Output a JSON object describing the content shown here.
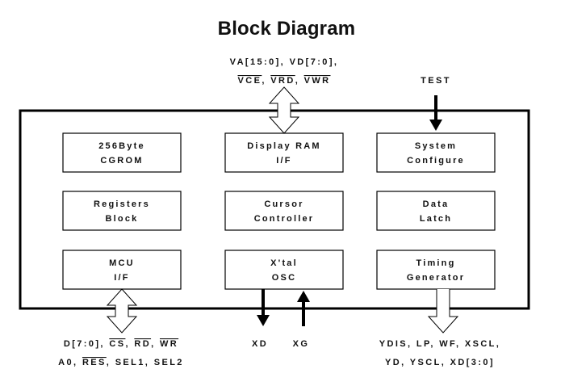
{
  "title": "Block Diagram",
  "blocks": [
    {
      "line1": "256Byte",
      "line2": "CGROM"
    },
    {
      "line1": "Display RAM",
      "line2": "I/F"
    },
    {
      "line1": "System",
      "line2": "Configure"
    },
    {
      "line1": "Registers",
      "line2": "Block"
    },
    {
      "line1": "Cursor",
      "line2": "Controller"
    },
    {
      "line1": "Data",
      "line2": "Latch"
    },
    {
      "line1": "MCU",
      "line2": "I/F"
    },
    {
      "line1": "X'tal",
      "line2": "OSC"
    },
    {
      "line1": "Timing",
      "line2": "Generator"
    }
  ],
  "signals": {
    "vram_bus": {
      "seg1": "VA[15:0], VD[7:0],",
      "seg2": "VCE",
      "seg3": ", ",
      "seg4": "VRD",
      "seg5": ", ",
      "seg6": "VWR"
    },
    "test": "TEST",
    "mcu_bus": {
      "l1a": "D[7:0], ",
      "l1b": "CS",
      "l1c": ", ",
      "l1d": "RD",
      "l1e": ", ",
      "l1f": "WR",
      "l2a": "A0, ",
      "l2b": "RES",
      "l2c": ", SEL1, SEL2"
    },
    "xd": "XD",
    "xg": "XG",
    "lcd_bus": {
      "line1": "YDIS, LP, WF, XSCL,",
      "line2": "YD, YSCL, XD[3:0]"
    }
  }
}
